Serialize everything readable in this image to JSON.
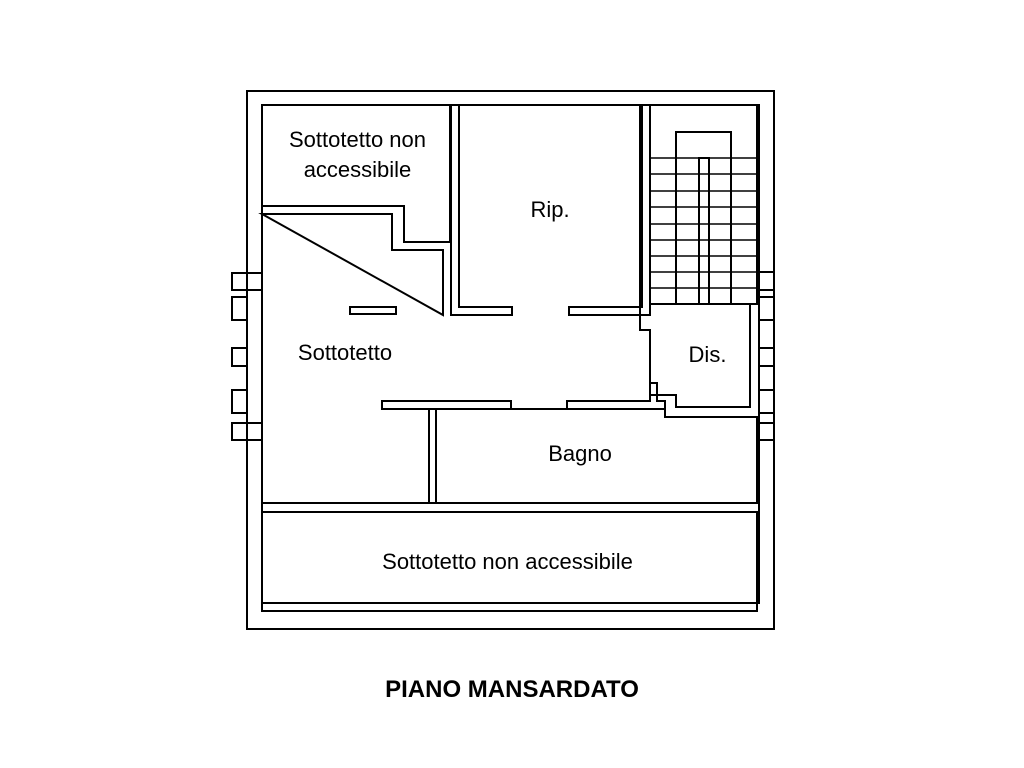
{
  "plan": {
    "title": "PIANO MANSARDATO",
    "rooms": {
      "attic_top_left": {
        "line1": "Sottotetto non",
        "line2": "accessibile"
      },
      "storage": "Rip.",
      "attic": "Sottotetto",
      "hall": "Dis.",
      "bathroom": "Bagno",
      "attic_bottom": "Sottotetto non accessibile"
    }
  },
  "colors": {
    "line": "#000000",
    "background": "#ffffff"
  }
}
